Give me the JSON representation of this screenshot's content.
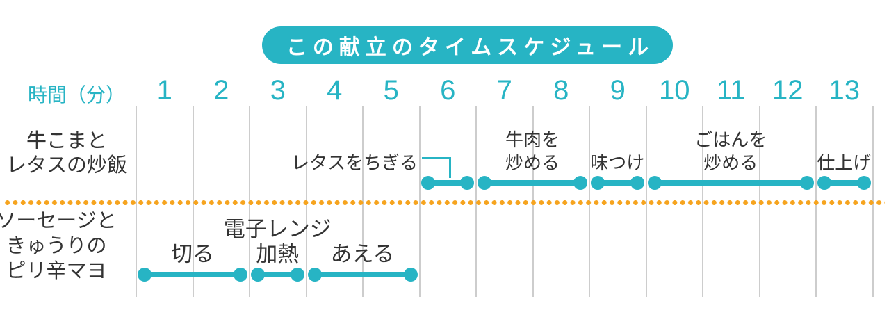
{
  "colors": {
    "teal": "#27b4c4",
    "orange": "#f6a41f",
    "gridline": "#cdcdcd",
    "text": "#333333",
    "background": "#ffffff",
    "title_text": "#ffffff"
  },
  "chart_data": {
    "type": "bar",
    "subtype": "gantt-timeline",
    "title": "この献立のタイムスケジュール",
    "xlabel": "時間（分）",
    "x_ticks": [
      1,
      2,
      3,
      4,
      5,
      6,
      7,
      8,
      9,
      10,
      11,
      12,
      13
    ],
    "xlim": [
      0,
      13
    ],
    "grid": "vertical",
    "legend": "none",
    "rows": [
      {
        "name": "牛こまとレタスの炒飯",
        "name_lines": [
          "牛こまと",
          "レタスの炒飯"
        ],
        "tasks": [
          {
            "label": "レタスをちぎる",
            "start_min": 5,
            "end_min": 6,
            "label_placement": "callout-left"
          },
          {
            "label": "牛肉を炒める",
            "label_lines": [
              "牛肉を",
              "炒める"
            ],
            "start_min": 6,
            "end_min": 8
          },
          {
            "label": "味つけ",
            "start_min": 8,
            "end_min": 9
          },
          {
            "label": "ごはんを炒める",
            "label_lines": [
              "ごはんを",
              "炒める"
            ],
            "start_min": 9,
            "end_min": 12
          },
          {
            "label": "仕上げ",
            "start_min": 12,
            "end_min": 13
          }
        ]
      },
      {
        "name": "ソーセージときゅうりのピリ辛マヨ",
        "name_lines": [
          "ソーセージと",
          "きゅうりの",
          "ピリ辛マヨ"
        ],
        "tasks": [
          {
            "label": "切る",
            "start_min": 0,
            "end_min": 2
          },
          {
            "label": "電子レンジ加熱",
            "label_lines": [
              "電子レンジ",
              "加熱"
            ],
            "start_min": 2,
            "end_min": 3
          },
          {
            "label": "あえる",
            "start_min": 3,
            "end_min": 5
          }
        ]
      }
    ]
  }
}
